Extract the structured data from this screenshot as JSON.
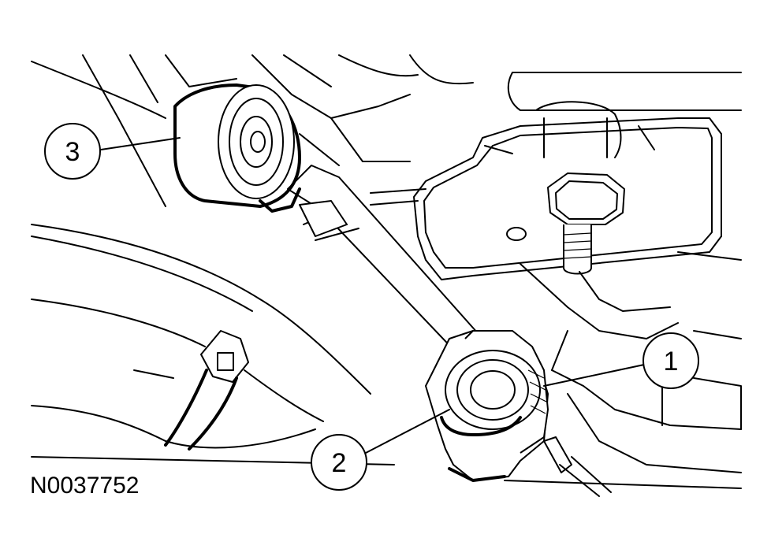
{
  "figure": {
    "id_label": "N0037752",
    "callouts": [
      {
        "number": "1"
      },
      {
        "number": "2"
      },
      {
        "number": "3"
      }
    ]
  }
}
